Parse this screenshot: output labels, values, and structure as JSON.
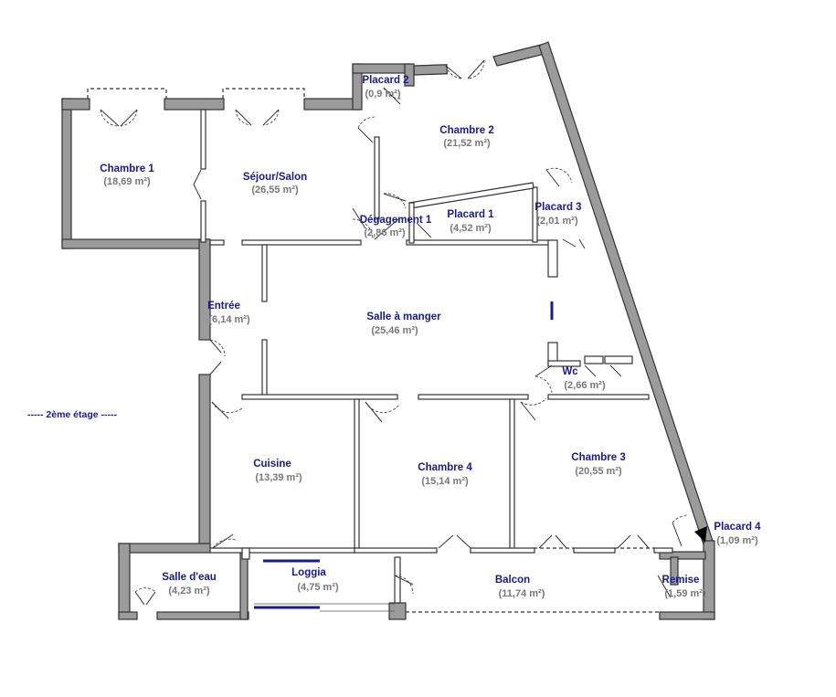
{
  "floor_label": "----- 2ème étage -----",
  "rooms": {
    "chambre1": {
      "name": "Chambre 1",
      "area": "(18,69 m²)"
    },
    "sejour": {
      "name": "Séjour/Salon",
      "area": "(26,55 m²)"
    },
    "placard2": {
      "name": "Placard 2",
      "area": "(0,9 m²)"
    },
    "chambre2": {
      "name": "Chambre 2",
      "area": "(21,52 m²)"
    },
    "degagement1": {
      "name": "Dégagement 1",
      "area": "(2,86 m²)"
    },
    "placard1": {
      "name": "Placard 1",
      "area": "(4,52 m²)"
    },
    "placard3": {
      "name": "Placard 3",
      "area": "(2,01 m²)"
    },
    "entree": {
      "name": "Entrée",
      "area": "(6,14 m²)"
    },
    "salle_manger": {
      "name": "Salle à manger",
      "area": "(25,46 m²)"
    },
    "wc": {
      "name": "Wc",
      "area": "(2,66 m²)"
    },
    "cuisine": {
      "name": "Cuisine",
      "area": "(13,39 m²)"
    },
    "chambre4": {
      "name": "Chambre 4",
      "area": "(15,14 m²)"
    },
    "chambre3": {
      "name": "Chambre 3",
      "area": "(20,55 m²)"
    },
    "placard4": {
      "name": "Placard 4",
      "area": "(1,09 m²)"
    },
    "salle_eau": {
      "name": "Salle d'eau",
      "area": "(4,23 m²)"
    },
    "loggia": {
      "name": "Loggia",
      "area": "(4,75 m²)"
    },
    "balcon": {
      "name": "Balcon",
      "area": "(11,74 m²)"
    },
    "remise": {
      "name": "Remise",
      "area": "(1,59 m²)"
    }
  }
}
